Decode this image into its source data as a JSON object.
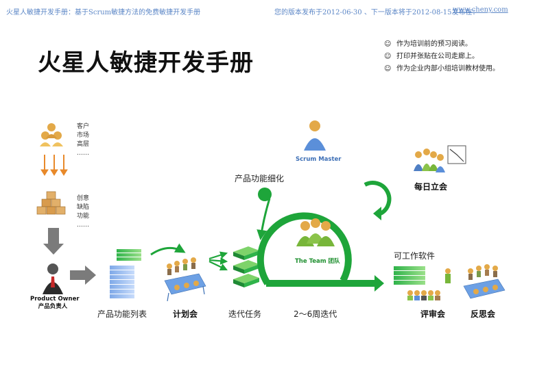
{
  "header": {
    "left": "火星人敏捷开发手册：基于Scrum敏捷方法的免费敏捷开发手册",
    "right": "您的版本发布于2012-06-30 、下一版本将于2012-08-15发布在：",
    "link": "www.cheny.com"
  },
  "title": "火星人敏捷开发手册",
  "notes": [
    "作为培训前的预习阅读。",
    "打印并张贴在公司走廊上。",
    "作为企业内部小组培训教材使用。"
  ],
  "stakeholders": [
    "客户",
    "市场",
    "高层",
    "……"
  ],
  "ideas": [
    "创意",
    "缺陷",
    "功能",
    "……"
  ],
  "product_owner": [
    "Product Owner",
    "产品负责人"
  ],
  "labels": {
    "backlog": "产品功能列表",
    "planning": "计划会",
    "sprint_tasks": "迭代任务",
    "refine": "产品功能细化",
    "scrum_master": "Scrum Master",
    "team": "The Team 团队",
    "sprint_length": "2～6周迭代",
    "daily": "每日立会",
    "working_software": "可工作软件",
    "review": "评审会",
    "retro": "反思会"
  },
  "colors": {
    "green": "#1ea53a",
    "header_blue": "#5b86c6",
    "orange": "#e8892a",
    "gray_arrow": "#7b7b7b"
  }
}
